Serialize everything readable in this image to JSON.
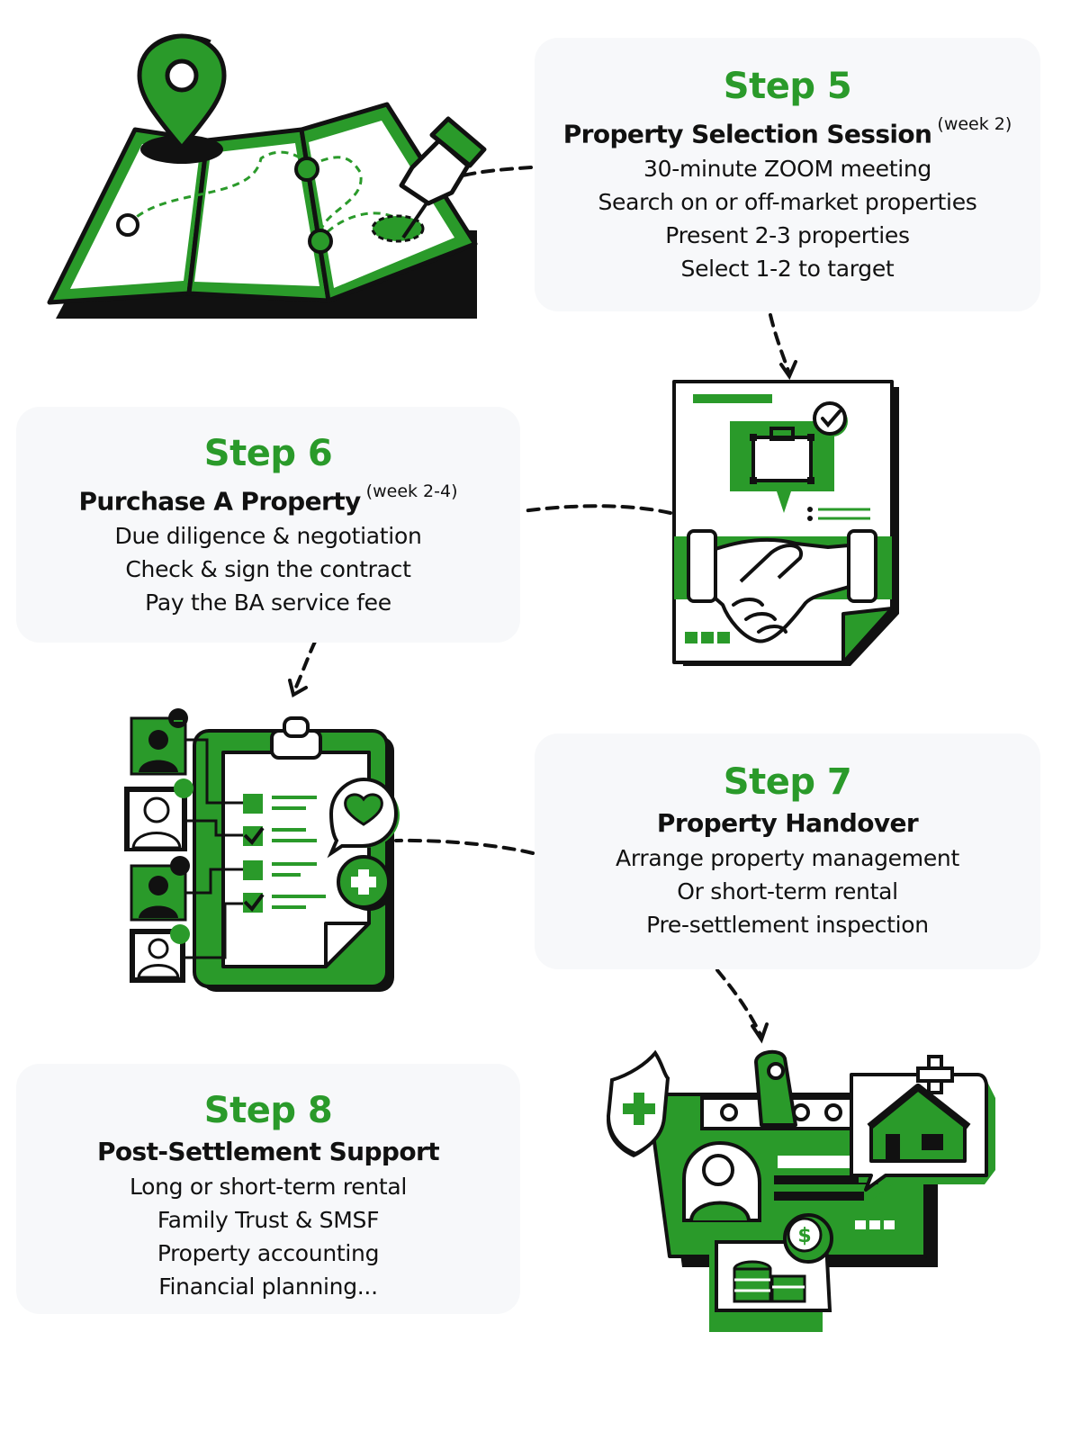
{
  "colors": {
    "accent_green": "#2a9a2a",
    "card_background": "#f7f8fa",
    "text_dark": "#111111",
    "outline_black": "#111111"
  },
  "steps": [
    {
      "title": "Step 5",
      "heading": "Property Selection Session",
      "timing": "(week 2)",
      "lines": [
        "30-minute ZOOM meeting",
        "Search on or off-market properties",
        "Present 2-3 properties",
        "Select 1-2 to target"
      ],
      "illustration": "map-pin-icon"
    },
    {
      "title": "Step 6",
      "heading": "Purchase A Property",
      "timing": "(week 2-4)",
      "lines": [
        "Due diligence & negotiation",
        "Check & sign the contract",
        "Pay the BA service fee"
      ],
      "illustration": "contract-handshake-icon"
    },
    {
      "title": "Step 7",
      "heading": "Property Handover",
      "timing": "",
      "lines": [
        "Arrange property management",
        "Or short-term rental",
        "Pre-settlement inspection"
      ],
      "illustration": "checklist-clipboard-icon"
    },
    {
      "title": "Step 8",
      "heading": "Post-Settlement Support",
      "timing": "",
      "lines": [
        "Long or short-term rental",
        "Family Trust & SMSF",
        "Property accounting",
        "Financial planning..."
      ],
      "illustration": "dashboard-services-icon"
    }
  ]
}
